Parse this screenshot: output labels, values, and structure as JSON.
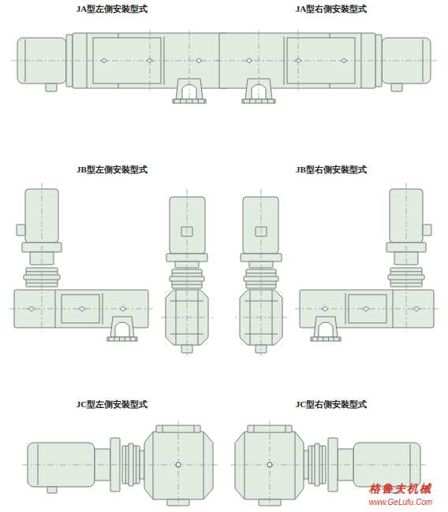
{
  "diagram": {
    "labels": [
      "JA型左側安裝型式",
      "JA型右側安裝型式",
      "JB型左側安裝型式",
      "JB型右側安裝型式",
      "JC型左側安裝型式",
      "JC型右側安裝型式",
      "格鲁夫机械",
      "www.GeLufu.Com"
    ]
  }
}
